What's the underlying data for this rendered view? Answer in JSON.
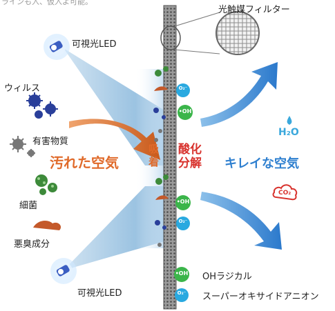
{
  "top_note": "ラインも入、仮入よ可能。",
  "filter_label": "光触媒フィルター",
  "led_top_label": "可視光LED",
  "led_bottom_label": "可視光LED",
  "left_items": {
    "virus": "ウィルス",
    "harmful": "有害物質",
    "bacteria": "細菌",
    "odor": "悪臭成分"
  },
  "dirty_air": "汚れた空気",
  "adsorb": "吸着",
  "adsorb_lines": [
    "吸",
    "着"
  ],
  "decompose_lines": [
    "酸化",
    "分解"
  ],
  "clean_air": "キレイな空気",
  "h2o": "H₂O",
  "co2": "CO₂",
  "legend": {
    "oh_radical": "OHラジカル",
    "superoxide": "スーパーオキサイドアニオン",
    "oh_symbol": "•OH",
    "o2_symbol": "O₂⁻"
  },
  "colors": {
    "orange_arrow": "#d9692b",
    "blue_arrow": "#2f7ed0",
    "green_circle": "#3bb54a",
    "cyan_circle": "#29a9e0",
    "red_text": "#d8322d",
    "orange_text": "#e06a2a",
    "blue_text": "#2e7fcf"
  }
}
